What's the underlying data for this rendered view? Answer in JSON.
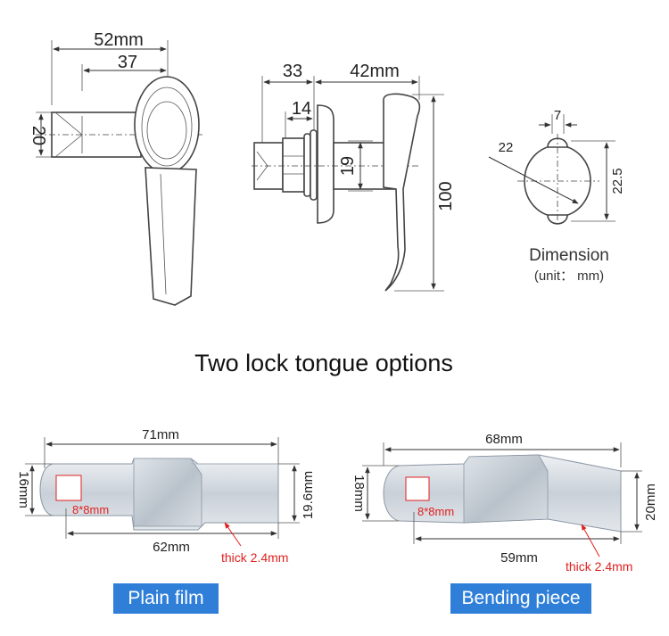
{
  "top_view": {
    "width_total": "52mm",
    "width_inner": "37",
    "height_shaft": "20"
  },
  "side_view": {
    "depth_total": "33",
    "depth_nut": "14",
    "handle_length": "42mm",
    "height_total": "100",
    "height_cut": "19"
  },
  "cutout": {
    "tab_width": "7",
    "diameter": "22",
    "height": "22.5",
    "caption": "Dimension",
    "unit": "(unit： mm)"
  },
  "section_title": "Two lock tongue options",
  "plain": {
    "length_total": "71mm",
    "length_center": "62mm",
    "width_left": "16mm",
    "width_right": "19.6mm",
    "square": "8*8mm",
    "thickness": "thick 2.4mm",
    "label": "Plain film"
  },
  "bending": {
    "length_total": "68mm",
    "length_center": "59mm",
    "width_left": "18mm",
    "width_right": "20mm",
    "square": "8*8mm",
    "thickness": "thick 2.4mm",
    "label": "Bending piece"
  },
  "colors": {
    "accent_label_bg": "#2f7fd9",
    "annotation_red": "#e02020"
  }
}
